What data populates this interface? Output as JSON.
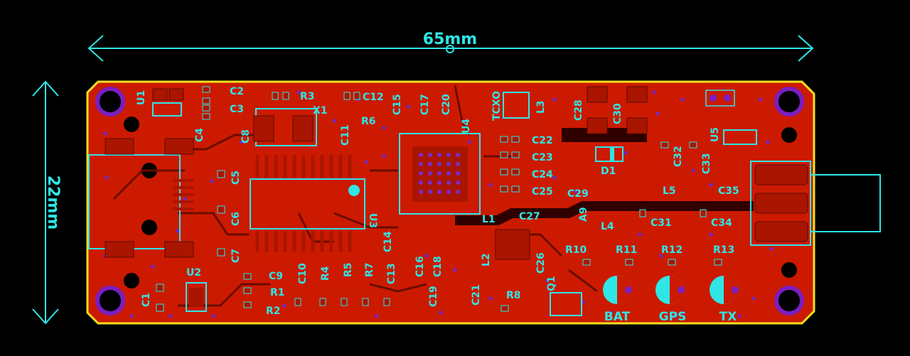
{
  "dimensions": {
    "width_label": "65mm",
    "height_label": "22mm"
  },
  "colors": {
    "background": "#000000",
    "board": "#cc1a00",
    "outline": "#f0e020",
    "silkscreen": "#2ee6e6",
    "via": "#6a2bd0",
    "copper_dark": "#8a0e00"
  },
  "components": {
    "U1": "U1",
    "C2": "C2",
    "C3": "C3",
    "R3": "R3",
    "X1": "X1",
    "C12": "C12",
    "C15": "C15",
    "C17": "C17",
    "C20": "C20",
    "TCXO": "TCXO",
    "L3": "L3",
    "C28": "C28",
    "C30": "C30",
    "U4": "U4",
    "R6": "R6",
    "C11": "C11",
    "C4": "C4",
    "C8": "C8",
    "C5": "C5",
    "C6": "C6",
    "C7": "C7",
    "U3": "U3",
    "C22": "C22",
    "C23": "C23",
    "C24": "C24",
    "C25": "C25",
    "D1": "D1",
    "C32": "C32",
    "C33": "C33",
    "U5": "U5",
    "C29": "C29",
    "L5": "L5",
    "C35": "C35",
    "L1": "L1",
    "C27": "C27",
    "A9": "A9",
    "L4": "L4",
    "C31": "C31",
    "C34": "C34",
    "C14": "C14",
    "C16": "C16",
    "C18": "C18",
    "L2": "L2",
    "C26": "C26",
    "R10": "R10",
    "R11": "R11",
    "R12": "R12",
    "R13": "R13",
    "U2": "U2",
    "C9": "C9",
    "R1": "R1",
    "R2": "R2",
    "C1": "C1",
    "C10": "C10",
    "R4": "R4",
    "R5": "R5",
    "R7": "R7",
    "C13": "C13",
    "C19": "C19",
    "C21": "C21",
    "R8": "R8",
    "Q1": "Q1"
  },
  "leds": {
    "bat": "BAT",
    "gps": "GPS",
    "tx": "TX"
  }
}
